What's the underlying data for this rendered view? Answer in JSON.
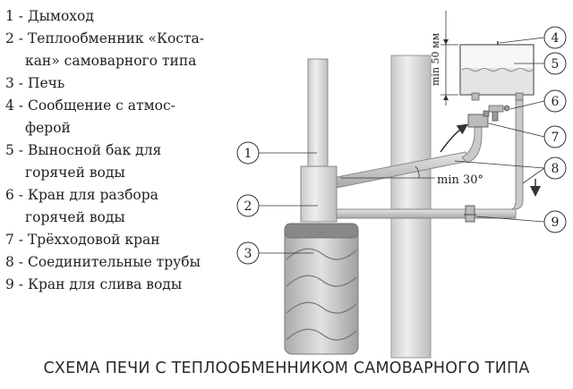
{
  "legend": [
    {
      "num": "1",
      "line1": "Дымоход",
      "line2": ""
    },
    {
      "num": "2",
      "line1": "Теплообменник «Коста-",
      "line2": "кан» самоварного типа"
    },
    {
      "num": "3",
      "line1": "Печь",
      "line2": ""
    },
    {
      "num": "4",
      "line1": "Сообщение с атмос-",
      "line2": "ферой"
    },
    {
      "num": "5",
      "line1": "Выносной бак для",
      "line2": "горячей воды"
    },
    {
      "num": "6",
      "line1": "Кран для разбора",
      "line2": "горячей воды"
    },
    {
      "num": "7",
      "line1": "Трёхходовой кран",
      "line2": ""
    },
    {
      "num": "8",
      "line1": "Соединительные трубы",
      "line2": ""
    },
    {
      "num": "9",
      "line1": "Кран для слива воды",
      "line2": ""
    }
  ],
  "callouts": [
    "1",
    "2",
    "3",
    "4",
    "5",
    "6",
    "7",
    "8",
    "9"
  ],
  "dimensions": {
    "tank_height": "min 50 мм",
    "pipe_angle": "min 30°"
  },
  "caption": "СХЕМА ПЕЧИ С ТЕПЛООБМЕННИКОМ САМОВАРНОГО ТИПА"
}
